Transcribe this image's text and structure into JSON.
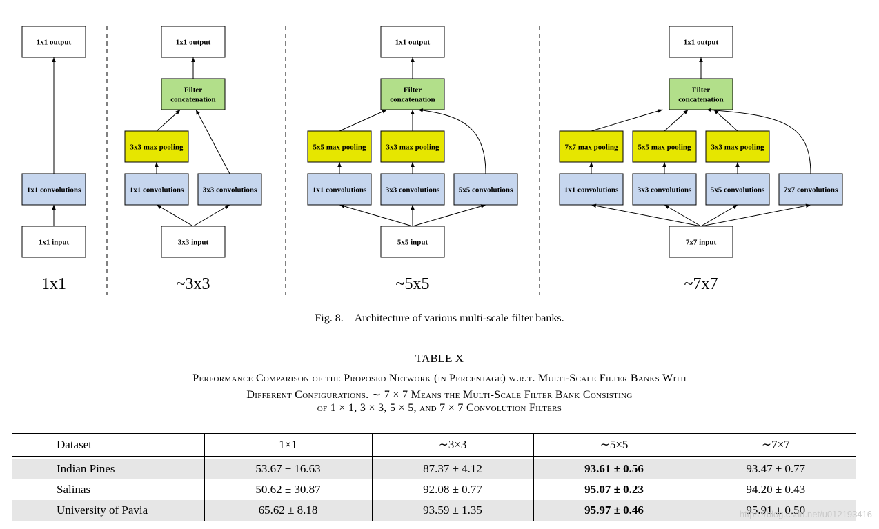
{
  "figure": {
    "panels": [
      {
        "scale_label": "1x1",
        "output_label": "1x1 output",
        "concat_label": null,
        "pooling_labels": [],
        "conv_labels": [
          "1x1 convolutions"
        ],
        "input_label": "1x1 input"
      },
      {
        "scale_label": "~3x3",
        "output_label": "1x1 output",
        "concat_label": [
          "Filter",
          "concatenation"
        ],
        "pooling_labels": [
          "3x3 max pooling"
        ],
        "conv_labels": [
          "1x1 convolutions",
          "3x3 convolutions"
        ],
        "input_label": "3x3 input"
      },
      {
        "scale_label": "~5x5",
        "output_label": "1x1 output",
        "concat_label": [
          "Filter",
          "concatenation"
        ],
        "pooling_labels": [
          "5x5 max pooling",
          "3x3 max pooling"
        ],
        "conv_labels": [
          "1x1 convolutions",
          "3x3 convolutions",
          "5x5 convolutions"
        ],
        "input_label": "5x5 input"
      },
      {
        "scale_label": "~7x7",
        "output_label": "1x1 output",
        "concat_label": [
          "Filter",
          "concatenation"
        ],
        "pooling_labels": [
          "7x7 max pooling",
          "5x5 max pooling",
          "3x3 max pooling"
        ],
        "conv_labels": [
          "1x1 convolutions",
          "3x3 convolutions",
          "5x5 convolutions",
          "7x7 convolutions"
        ],
        "input_label": "7x7 input"
      }
    ],
    "colors": {
      "conv_fill": "#c6d6ee",
      "pooling_fill": "#e6e600",
      "concat_fill": "#b2df8a",
      "plain_fill": "#ffffff",
      "stroke": "#000000"
    },
    "caption_prefix": "Fig. 8.",
    "caption_text": "Architecture of various multi-scale filter banks."
  },
  "table": {
    "title": "TABLE X",
    "subtitle_lines": [
      "Performance Comparison of the Proposed Network (in Percentage) w.r.t. Multi-Scale Filter Banks With",
      "Different Configurations. ∼ 7 × 7 Means the Multi-Scale Filter Bank Consisting",
      "of 1 × 1, 3 × 3, 5 × 5, and 7 × 7 Convolution Filters"
    ],
    "headers": [
      "Dataset",
      "1×1",
      "∼3×3",
      "∼5×5",
      "∼7×7"
    ],
    "rows": [
      [
        "Indian Pines",
        "53.67 ± 16.63",
        "87.37 ± 4.12",
        "93.61 ± 0.56",
        "93.47 ± 0.77"
      ],
      [
        "Salinas",
        "50.62 ± 30.87",
        "92.08 ± 0.77",
        "95.07 ± 0.23",
        "94.20 ± 0.43"
      ],
      [
        "University of Pavia",
        "65.62 ± 8.18",
        "93.59 ± 1.35",
        "95.97 ± 0.46",
        "95.91 ± 0.50"
      ]
    ],
    "bold_column": 3
  },
  "watermark": "https://blog.csdn.net/u012193416"
}
